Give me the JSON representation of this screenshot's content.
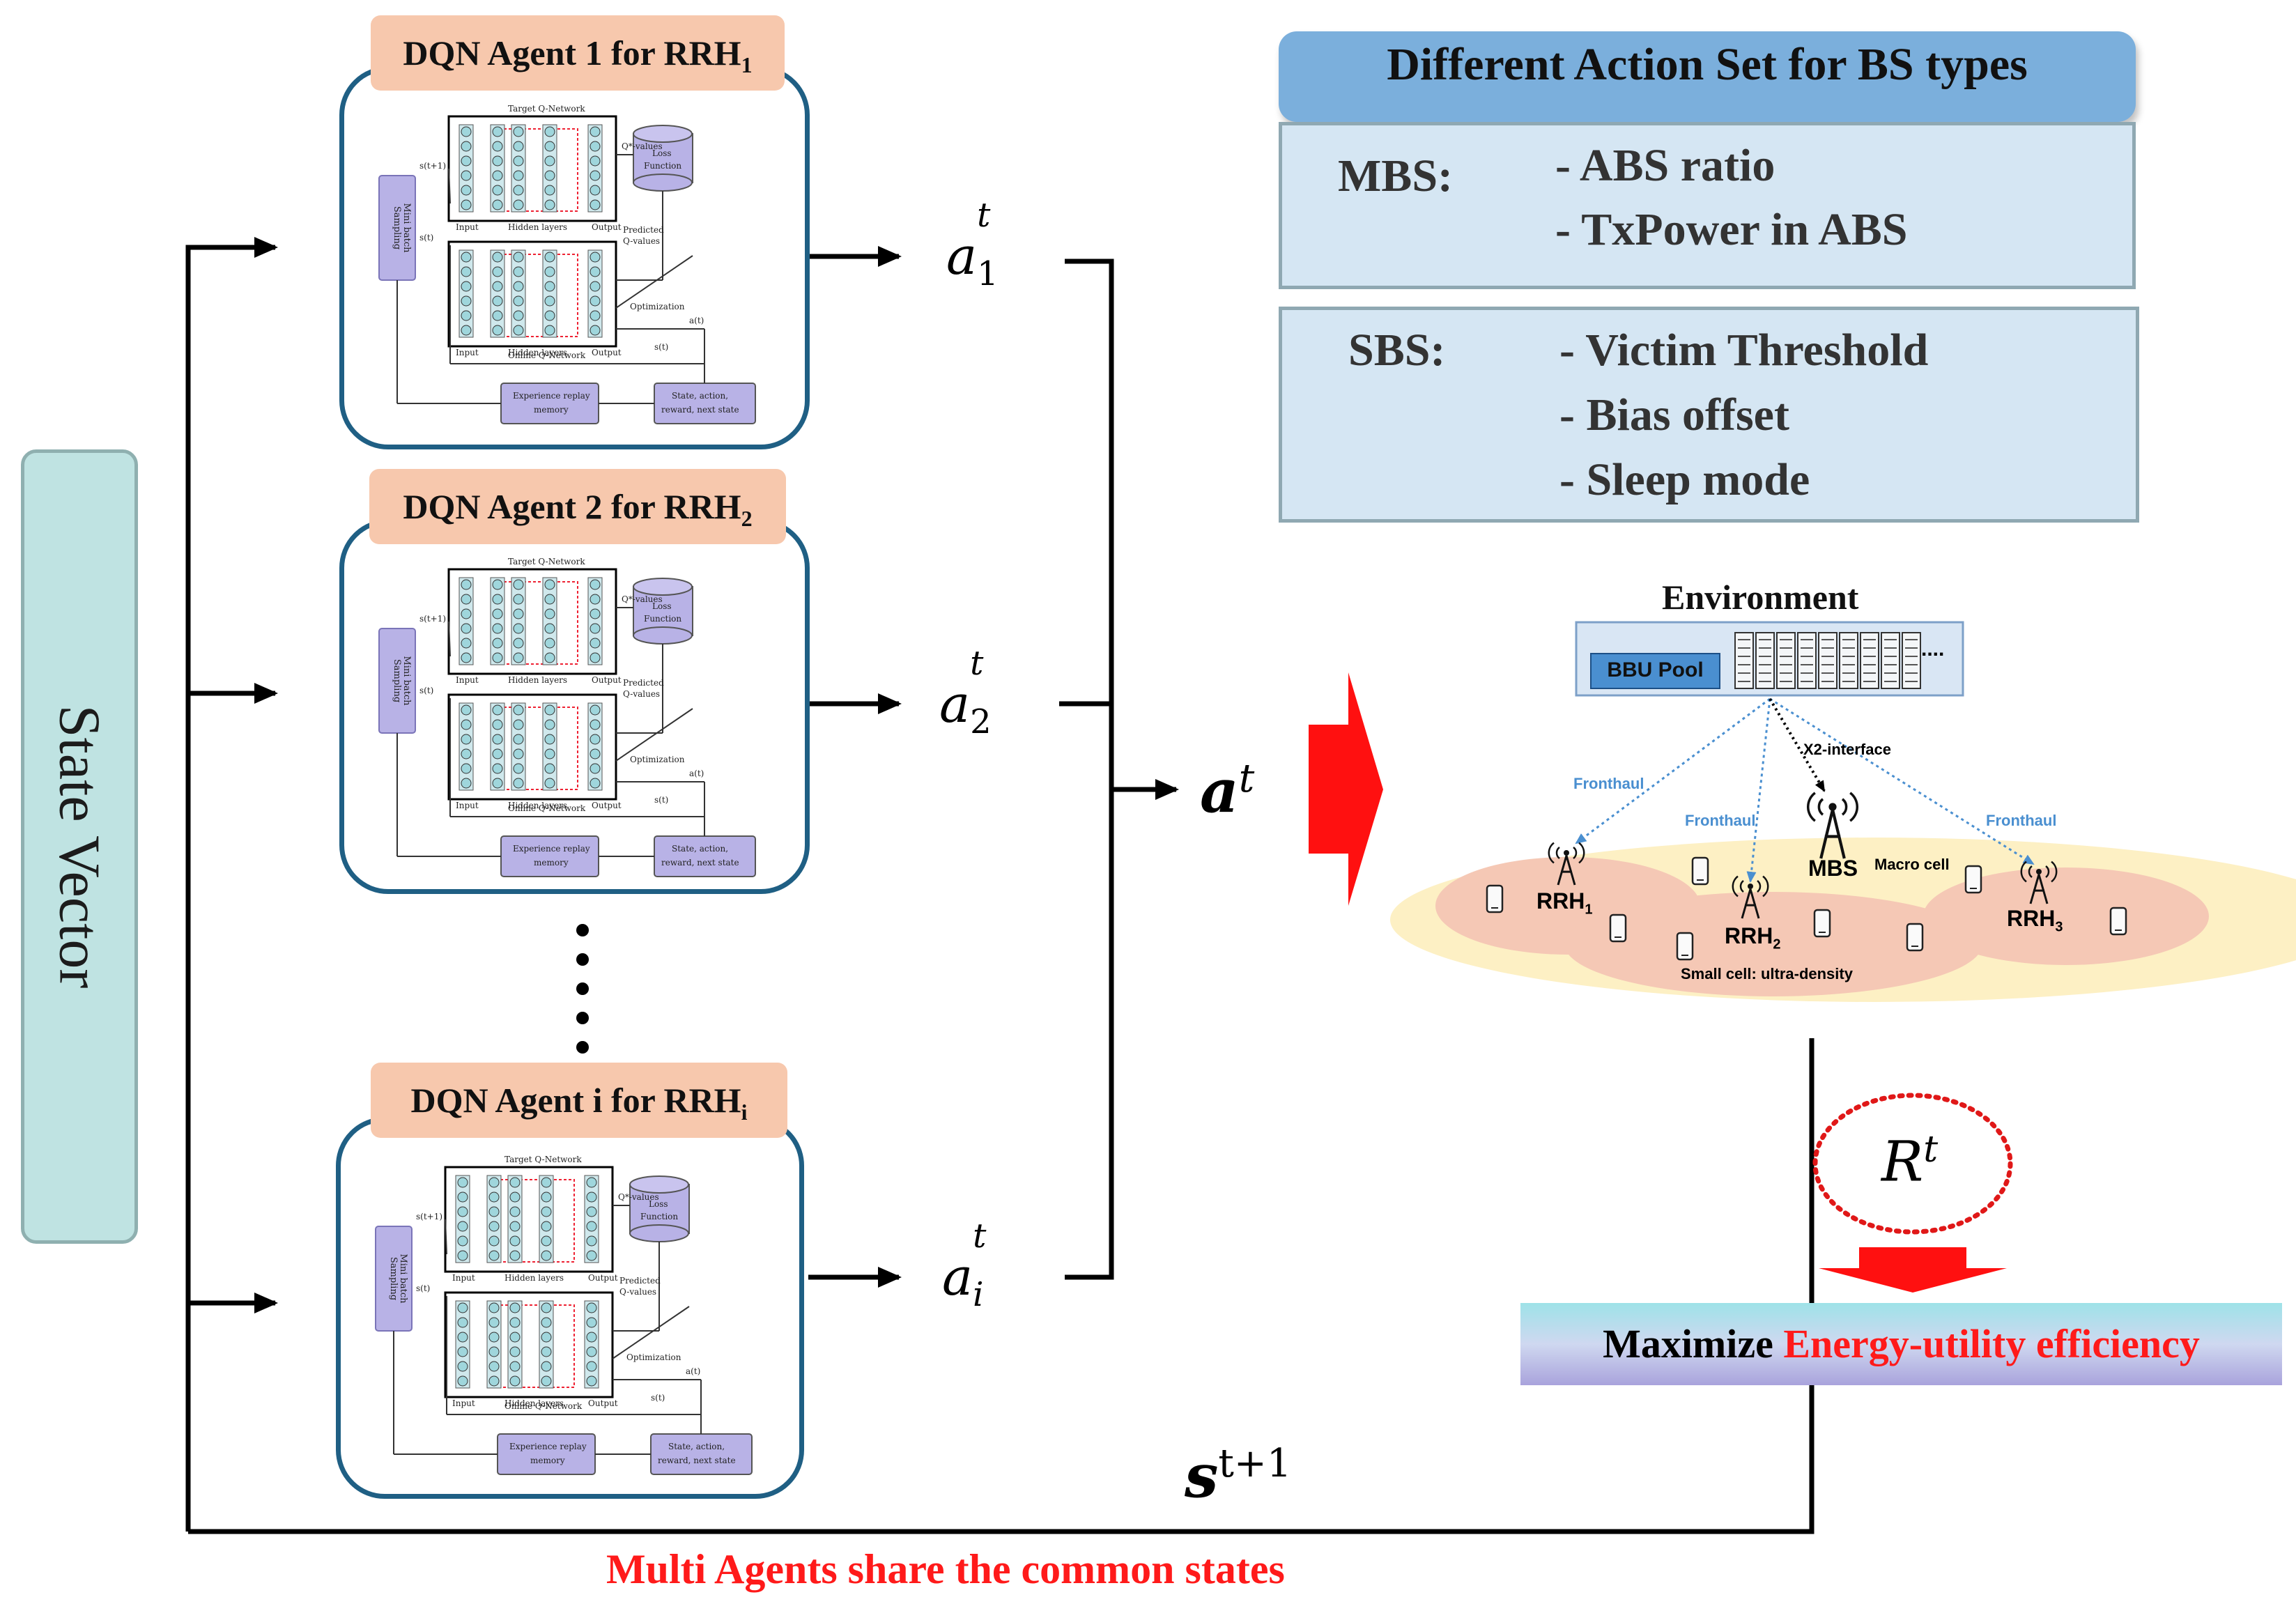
{
  "state_vector_label": "State Vector",
  "agents": [
    {
      "title": "DQN Agent 1 for RRH",
      "subscript": "1",
      "action_symbol": "a",
      "action_sup": "t",
      "action_sub": "1"
    },
    {
      "title": "DQN Agent 2 for RRH",
      "subscript": "2",
      "action_symbol": "a",
      "action_sup": "t",
      "action_sub": "2"
    },
    {
      "title": "DQN Agent i for RRH",
      "subscript": "i",
      "action_symbol": "a",
      "action_sup": "t",
      "action_sub": "i"
    }
  ],
  "dqn_diagram": {
    "target_network": "Target Q-Network",
    "online_network": "Online Q-Network",
    "q_values": "Q*-values",
    "loss": "Loss",
    "function": "Function",
    "predicted": "Predicted",
    "predicted_q": "Q-values",
    "optimization": "Optimization",
    "sampling": "Sampling",
    "mini_batch": "Mini batch",
    "experience_replay": "Experience replay",
    "memory": "memory",
    "state_action": "State, action,",
    "reward_next": "reward, next state",
    "input": "Input",
    "hidden": "Hidden layers",
    "output": "Output",
    "s_t1": "s(t+1)",
    "s_t": "s(t)",
    "a_t": "a(t)"
  },
  "joint_action": {
    "symbol": "a",
    "sup": "t"
  },
  "next_state": {
    "symbol": "s",
    "sup": "t+1"
  },
  "reward": {
    "symbol": "R",
    "sup": "t"
  },
  "action_set": {
    "title": "Different Action Set for BS types",
    "mbs_label": "MBS:",
    "mbs_actions": [
      "- ABS ratio",
      "- TxPower in ABS"
    ],
    "sbs_label": "SBS:",
    "sbs_actions": [
      "- Victim Threshold",
      "- Bias offset",
      "- Sleep mode"
    ]
  },
  "environment": {
    "title": "Environment",
    "bbu_pool": "BBU Pool",
    "ellipsis": "....",
    "x2": "X2-interface",
    "fronthaul": "Fronthaul",
    "mbs": "MBS",
    "macro_cell": "Macro cell",
    "rrh": "RRH",
    "rrh_subs": [
      "1",
      "2",
      "3"
    ],
    "small_cell": "Small cell: ultra-density"
  },
  "maximize": {
    "prefix": "Maximize",
    "highlight": "Energy-utility efficiency"
  },
  "footer": "Multi Agents share the common states",
  "colors": {
    "agent_border": "#1f5f84",
    "agent_title_bg": "#f7c8ad",
    "state_bg": "#bfe3e2",
    "action_header": "#7bafdc",
    "action_box": "#d5e6f3",
    "red": "#ff1a1a"
  }
}
